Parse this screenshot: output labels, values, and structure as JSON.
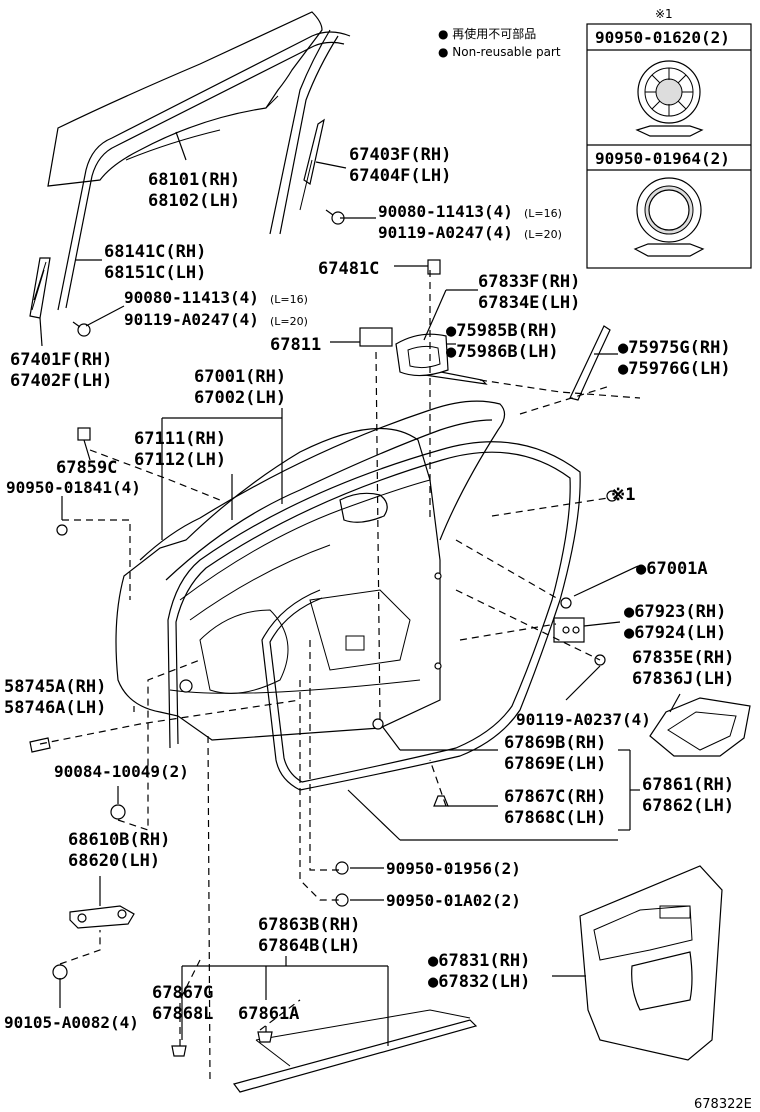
{
  "legend": {
    "jp": "● 再使用不可部品",
    "en": "● Non-reusable part",
    "ref_mark": "※1"
  },
  "inset": {
    "part_a": "90950-01620(2)",
    "part_b": "90950-01964(2)"
  },
  "callout_mark": "※1",
  "labels": {
    "p68101": "68101(RH)",
    "p68102": "68102(LH)",
    "p67403f": "67403F(RH)",
    "p67404f": "67404F(LH)",
    "p90080_1": "90080-11413(4)",
    "l16_1": "(L=16)",
    "p90119_1": "90119-A0247(4)",
    "l20_1": "(L=20)",
    "p68141c": "68141C(RH)",
    "p68151c": "68151C(LH)",
    "p67481c": "67481C",
    "p67833f": "67833F(RH)",
    "p67834e": "67834E(LH)",
    "p90080_2": "90080-11413(4)",
    "l16_2": "(L=16)",
    "p90119_2": "90119-A0247(4)",
    "l20_2": "(L=20)",
    "p67811": "67811",
    "p75985b": "●75985B(RH)",
    "p75986b": "●75986B(LH)",
    "p75975g": "●75975G(RH)",
    "p75976g": "●75976G(LH)",
    "p67401f": "67401F(RH)",
    "p67402f": "67402F(LH)",
    "p67001": "67001(RH)",
    "p67002": "67002(LH)",
    "p67111": "67111(RH)",
    "p67112": "67112(LH)",
    "p67859c": "67859C",
    "p90950_01841": "90950-01841(4)",
    "p67001a": "●67001A",
    "p67923": "●67923(RH)",
    "p67924": "●67924(LH)",
    "p67835e": "67835E(RH)",
    "p67836j": "67836J(LH)",
    "p58745a": "58745A(RH)",
    "p58746a": "58746A(LH)",
    "p90119_a0237": "90119-A0237(4)",
    "p67869b": "67869B(RH)",
    "p67869e": "67869E(LH)",
    "p67861": "67861(RH)",
    "p67862": "67862(LH)",
    "p90084": "90084-10049(2)",
    "p67867c": "67867C(RH)",
    "p67868c": "67868C(LH)",
    "p68610b": "68610B(RH)",
    "p68620": "68620(LH)",
    "p90950_01956": "90950-01956(2)",
    "p90950_01a02": "90950-01A02(2)",
    "p67863b": "67863B(RH)",
    "p67864b": "67864B(LH)",
    "p67831": "●67831(RH)",
    "p67832": "●67832(LH)",
    "p67867g": "67867G",
    "p67868l": "67868L",
    "p67861a": "67861A",
    "p90105": "90105-A0082(4)"
  },
  "diagram_code": "678322E"
}
